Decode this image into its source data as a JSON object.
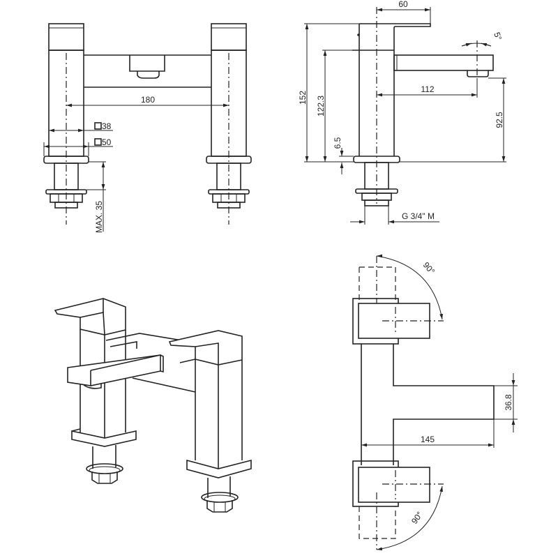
{
  "drawing": {
    "subject": "Bath filler tap technical drawing",
    "line_color": "#222222",
    "background": "#ffffff"
  },
  "front_view": {
    "centers_distance": "180",
    "body_square": "38",
    "base_square": "50",
    "max_deck_thickness": "MAX. 35"
  },
  "side_view": {
    "handle_length": "60",
    "overall_height": "152",
    "spout_top_height": "122.3",
    "base_thickness": "6.5",
    "spout_reach": "112",
    "spout_outlet_height": "92.5",
    "spout_angle": "5°",
    "thread": "G 3/4\" M"
  },
  "isometric_view": {
    "label": ""
  },
  "top_view": {
    "handle_rotation_top": "90°",
    "handle_rotation_bottom": "90°",
    "spout_width": "36.8",
    "spout_projection": "145"
  }
}
